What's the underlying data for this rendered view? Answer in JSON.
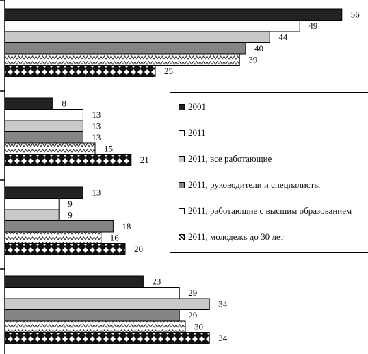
{
  "chart_data": {
    "type": "bar",
    "orientation": "horizontal",
    "title": "",
    "xlabel": "",
    "ylabel": "",
    "xlim": [
      0,
      56
    ],
    "grid": false,
    "legend_position": "right",
    "group_labels_visible": false,
    "groups": 4,
    "series": [
      {
        "name": "2001",
        "fill": "solid-black",
        "color": "#222222",
        "values": [
          56,
          8,
          13,
          23
        ]
      },
      {
        "name": "2011",
        "fill": "white",
        "color": "#ffffff",
        "values": [
          49,
          13,
          9,
          29
        ]
      },
      {
        "name": "2011, все работающие",
        "fill": "light-gray",
        "color": "#c9c9c9",
        "values": [
          44,
          13,
          9,
          34
        ]
      },
      {
        "name": "2011, руководители и специалисты",
        "fill": "dark-gray",
        "color": "#858585",
        "values": [
          40,
          13,
          18,
          29
        ]
      },
      {
        "name": "2011, работающие с высшим образованием",
        "fill": "zigzag-hatch",
        "color": "#ffffff",
        "values": [
          39,
          15,
          16,
          30
        ]
      },
      {
        "name": "2011, молодежь до 30 лет",
        "fill": "diamond-pattern",
        "color": "#000000",
        "values": [
          25,
          21,
          20,
          34
        ]
      }
    ]
  }
}
